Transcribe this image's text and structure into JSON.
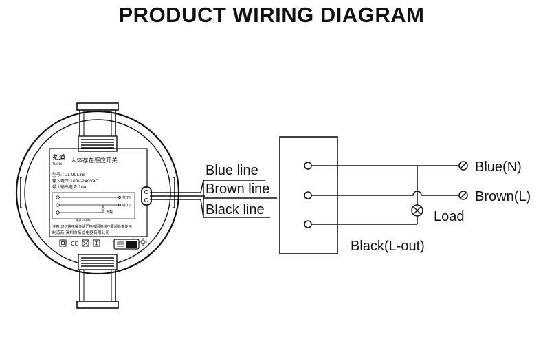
{
  "title": "PRODUCT WIRING DIAGRAM",
  "device": {
    "brand_cn": "拓迪",
    "brand_en": "TUODI",
    "name_cn": "人体存在感应开关",
    "model": "型号:TDL-9953B-J",
    "input_voltage": "输入电压:100V-240VAC",
    "max_current": "最大输出电流:10A",
    "term_blue": "蓝(N)",
    "term_brown": "棕(L)",
    "term_load": "负载",
    "term_black": "黑(L-out)",
    "note": "注意:切勿带电操作请严格按图接线不要超负载使用",
    "maker": "制造商:深圳市拓迪电器有限公司"
  },
  "wire_labels": {
    "blue": "Blue line",
    "brown": "Brown line",
    "black": "Black line"
  },
  "terminals": {
    "blue": "Blue(N)",
    "brown": "Brown(L)",
    "load": "Load",
    "black_out": "Black(L-out)"
  }
}
